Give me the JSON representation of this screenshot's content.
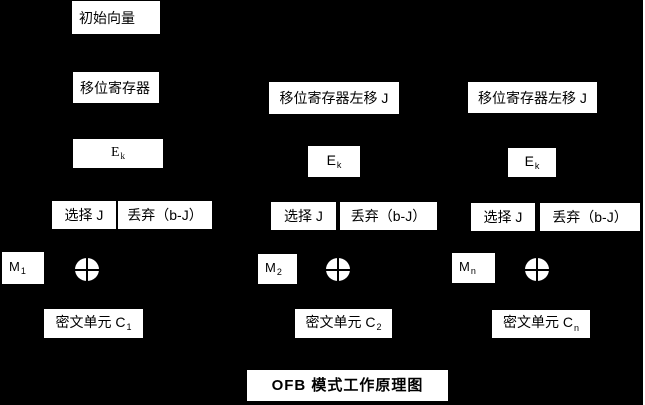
{
  "diagram_title": "OFB 模式工作原理图",
  "colors": {
    "background": "#000000",
    "box_fill": "#ffffff",
    "box_text": "#000000"
  },
  "icons": {
    "xor": "circle-plus-xor"
  },
  "columns": [
    {
      "source_label": "初始向量",
      "register_label": "移位寄存器",
      "cipher": {
        "base": "E",
        "sub": "k"
      },
      "select_label": "选择 J",
      "discard_label": "丢弃（b-J）",
      "message": {
        "base": "M",
        "sub": "1"
      },
      "ciphertext": {
        "base": "密文单元 C",
        "sub": "1"
      }
    },
    {
      "register_label": "移位寄存器左移 J",
      "cipher": {
        "base": "E",
        "sub": "k"
      },
      "select_label": "选择 J",
      "discard_label": "丢弃（b-J）",
      "message": {
        "base": "M",
        "sub": "2"
      },
      "ciphertext": {
        "base": "密文单元 C",
        "sub": "2"
      }
    },
    {
      "register_label": "移位寄存器左移 J",
      "cipher": {
        "base": "E",
        "sub": "k"
      },
      "select_label": "选择 J",
      "discard_label": "丢弃（b-J）",
      "message": {
        "base": "M",
        "sub": "n"
      },
      "ciphertext": {
        "base": "密文单元 C",
        "sub": "n"
      }
    }
  ]
}
